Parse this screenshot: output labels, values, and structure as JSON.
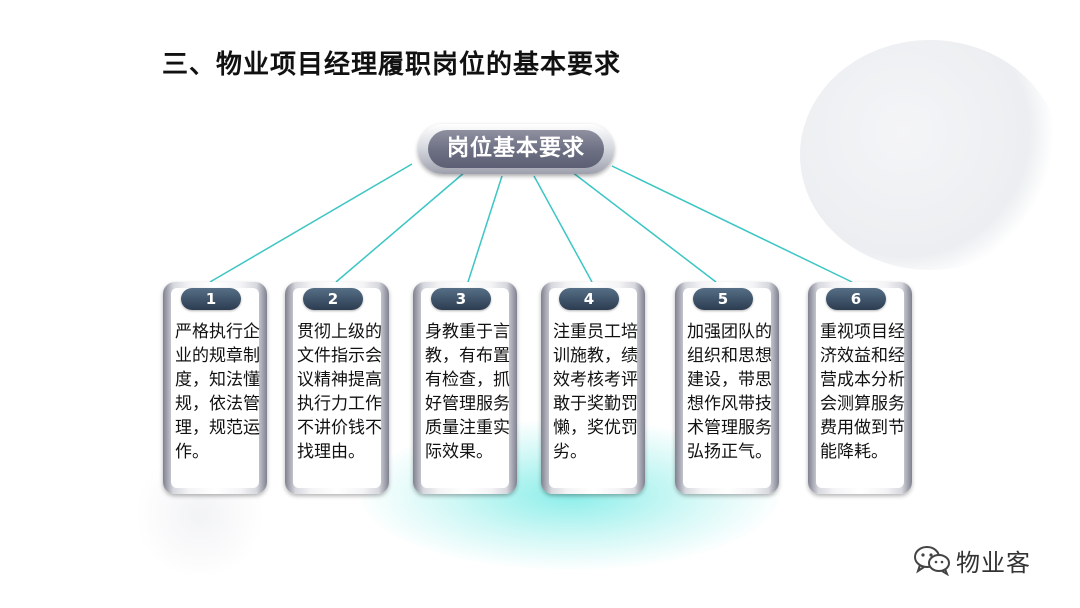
{
  "title": "三、物业项目经理履职岗位的基本要求",
  "center": {
    "label": "岗位基本要求"
  },
  "items": [
    {
      "number": "1",
      "text": "严格执行企业的规章制度，知法懂规，依法管理，规范运作。"
    },
    {
      "number": "2",
      "text": "贯彻上级的文件指示会议精神提高执行力工作不讲价钱不找理由。"
    },
    {
      "number": "3",
      "text": "身教重于言教，有布置有检查，抓好管理服务质量注重实际效果。"
    },
    {
      "number": "4",
      "text": "注重员工培训施教，绩效考核考评敢于奖勤罚懒，奖优罚劣。"
    },
    {
      "number": "5",
      "text": "加强团队的组织和思想建设，带思想作风带技术管理服务弘扬正气。"
    },
    {
      "number": "6",
      "text": "重视项目经济效益和经营成本分析会测算服务费用做到节能降耗。"
    }
  ],
  "watermark": {
    "text": "物业客",
    "icon": "wechat-icon"
  },
  "colors": {
    "connector": "#3cc6c4",
    "badge": "#3c5066",
    "pill": "#6c6f82",
    "glow": "#78ebe6"
  }
}
